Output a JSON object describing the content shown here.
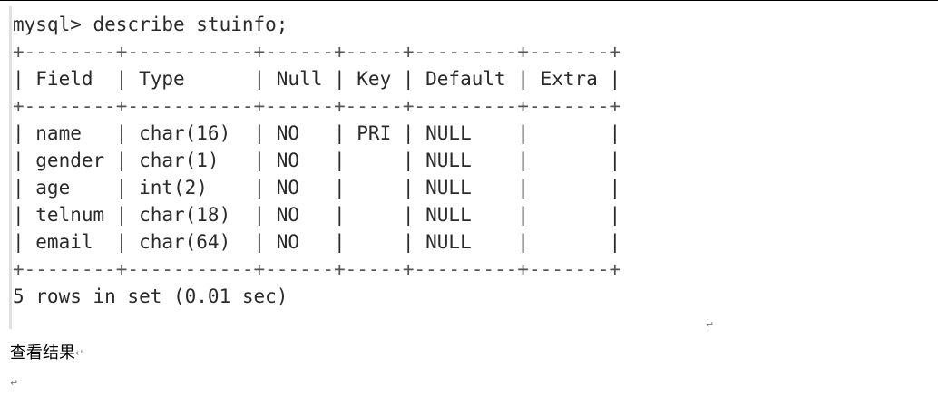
{
  "console": {
    "command": "mysql> describe stuinfo;",
    "border": "+--------+-----------+------+-----+---------+-------+",
    "header": "| Field  | Type      | Null | Key | Default | Extra |",
    "rows": [
      "| name   | char(16)  | NO   | PRI | NULL    |       |",
      "| gender | char(1)   | NO   |     | NULL    |       |",
      "| age    | int(2)    | NO   |     | NULL    |       |",
      "| telnum | char(18)  | NO   |     | NULL    |       |",
      "| email  | char(64)  | NO   |     | NULL    |       |"
    ],
    "result": "5 rows in set (0.01 sec)"
  },
  "document": {
    "caption": "查看结果",
    "paragraph_mark": "↵"
  }
}
